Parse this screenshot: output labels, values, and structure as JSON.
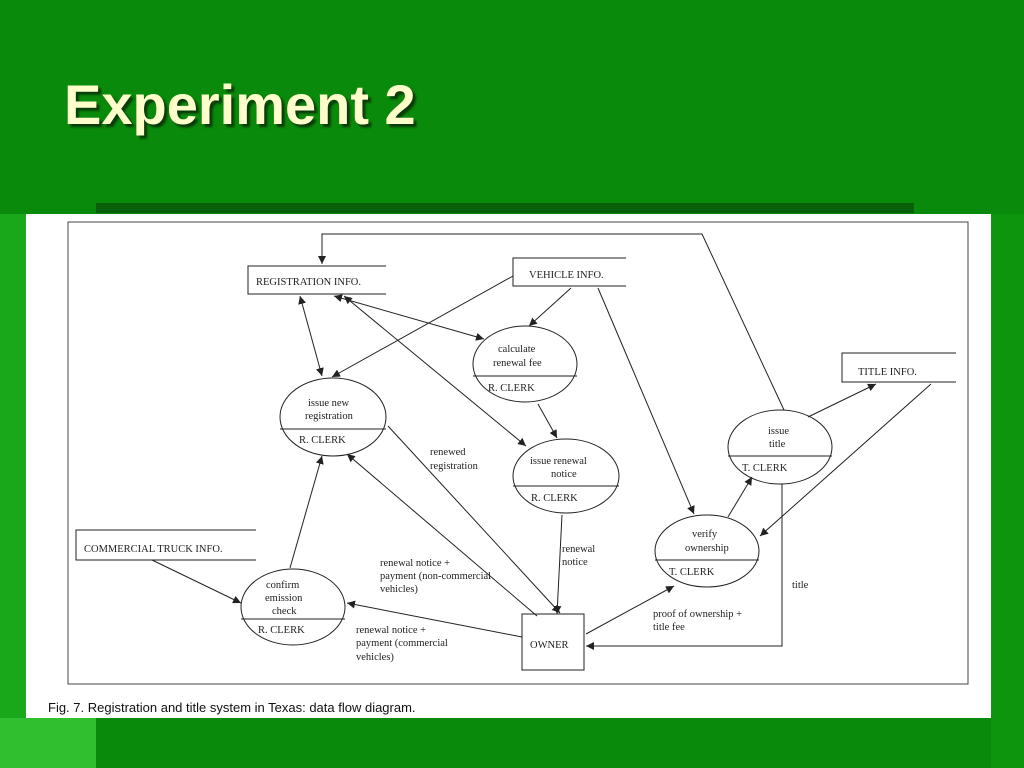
{
  "slide": {
    "title": "Experiment 2",
    "colors": {
      "background": "#0a8a0a",
      "title": "#ffffcc",
      "panel": "#ffffff"
    }
  },
  "figure": {
    "caption": "Fig. 7. Registration and title system in Texas: data flow diagram.",
    "data_stores": {
      "registration": "REGISTRATION INFO.",
      "vehicle": "VEHICLE INFO.",
      "title": "TITLE  INFO.",
      "commercial": "COMMERCIAL TRUCK INFO."
    },
    "external_entity": {
      "owner": "OWNER"
    },
    "processes": {
      "calc_fee": {
        "line1": "calculate",
        "line2": "renewal fee",
        "actor": "R. CLERK"
      },
      "new_reg": {
        "line1": "issue new",
        "line2": "registration",
        "actor": "R. CLERK"
      },
      "renewal_notice": {
        "line1": "issue renewal",
        "line2": "notice",
        "actor": "R. CLERK"
      },
      "issue_title": {
        "line1": "issue",
        "line2": "title",
        "actor": "T. CLERK"
      },
      "verify": {
        "line1": "verify",
        "line2": "ownership",
        "actor": "T. CLERK"
      },
      "emission": {
        "line1": "confirm",
        "line2": "emission",
        "line3": "check",
        "actor": "R. CLERK"
      }
    },
    "flow_labels": {
      "renewed_1": "renewed",
      "renewed_2": "registration",
      "rn_1": "renewal",
      "rn_2": "notice",
      "rnp_nc_1": "renewal notice +",
      "rnp_nc_2": "payment (non-commercial",
      "rnp_nc_3": "vehicles)",
      "rnp_c_1": "renewal notice +",
      "rnp_c_2": "payment (commercial",
      "rnp_c_3": "vehicles)",
      "poo_1": "proof  of ownership +",
      "poo_2": "title fee",
      "title": "title"
    }
  }
}
